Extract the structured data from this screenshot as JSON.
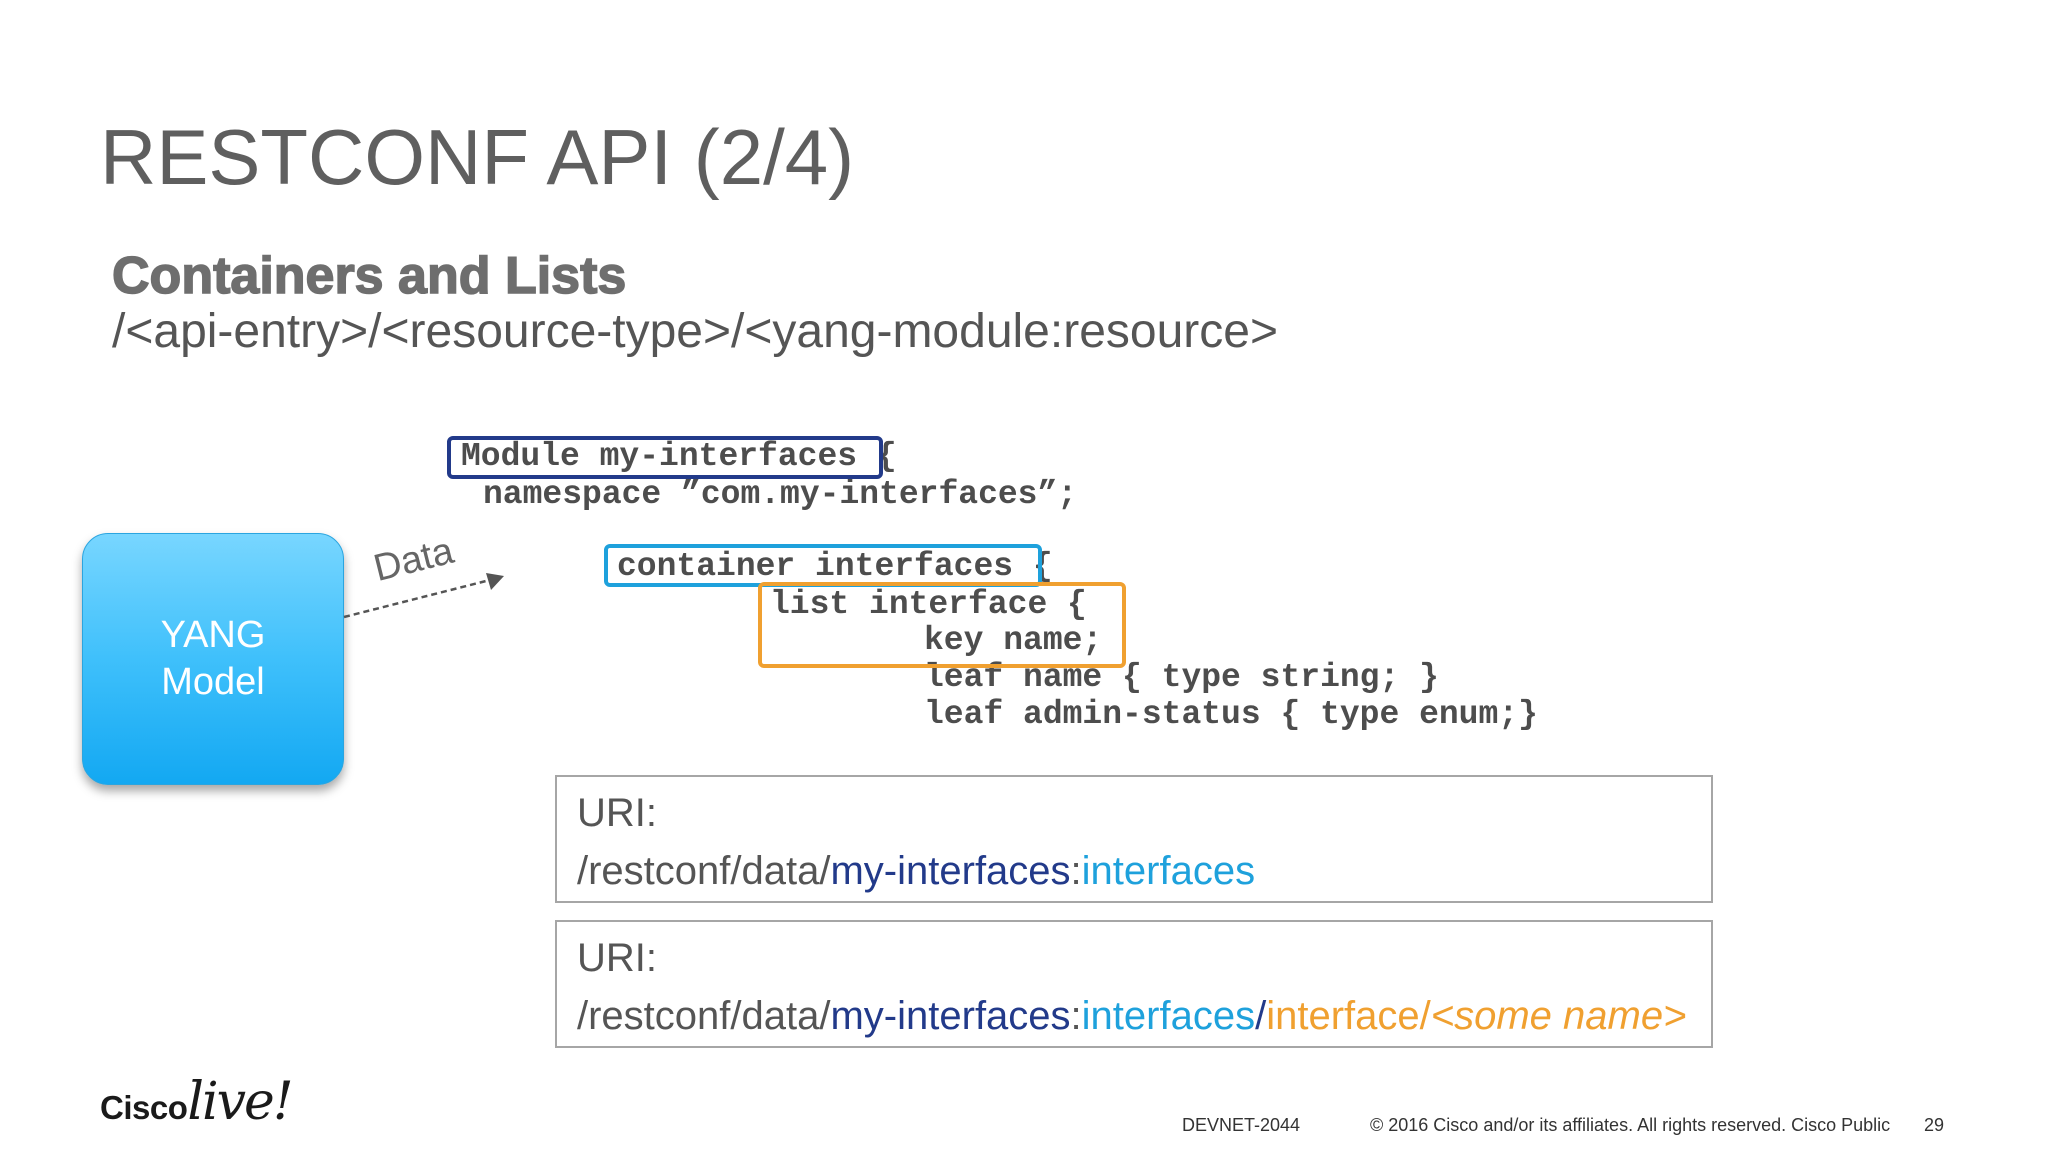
{
  "slide": {
    "title": "RESTCONF API (2/4)",
    "subtitle": "Containers and Lists",
    "pattern": "/<api-entry>/<resource-type>/<yang-module:resource>"
  },
  "yang_box": {
    "line1": "YANG",
    "line2": "Model",
    "arrow_label": "Data"
  },
  "code": {
    "module_kw": "Module my-interfaces",
    "module_brace": " {",
    "namespace": "namespace ”com.my-interfaces”;",
    "container_kw": "container interfaces",
    "container_brace": " {",
    "list_line": "list interface {",
    "key_line": "key name;",
    "leaf1": "leaf name { type string; }",
    "leaf2": "leaf admin-status { type enum;}"
  },
  "uri1": {
    "label": "URI:",
    "prefix": "/restconf/data/",
    "module": "my-interfaces",
    "colon": ":",
    "container": "interfaces"
  },
  "uri2": {
    "label": "URI:",
    "prefix": "/restconf/data/",
    "module": "my-interfaces",
    "colon": ":",
    "container": "interfaces",
    "slash": "/",
    "list": "interface/",
    "key": "<some name>"
  },
  "footer": {
    "logo_cisco": "Cisco",
    "logo_live": "live!",
    "session": "DEVNET-2044",
    "copyright": "© 2016  Cisco and/or its affiliates. All rights reserved.   Cisco Public",
    "page": "29"
  },
  "colors": {
    "module": "#223a8a",
    "container": "#1ea1dc",
    "list": "#f0a030",
    "yang_box": "#3fc0fb"
  }
}
